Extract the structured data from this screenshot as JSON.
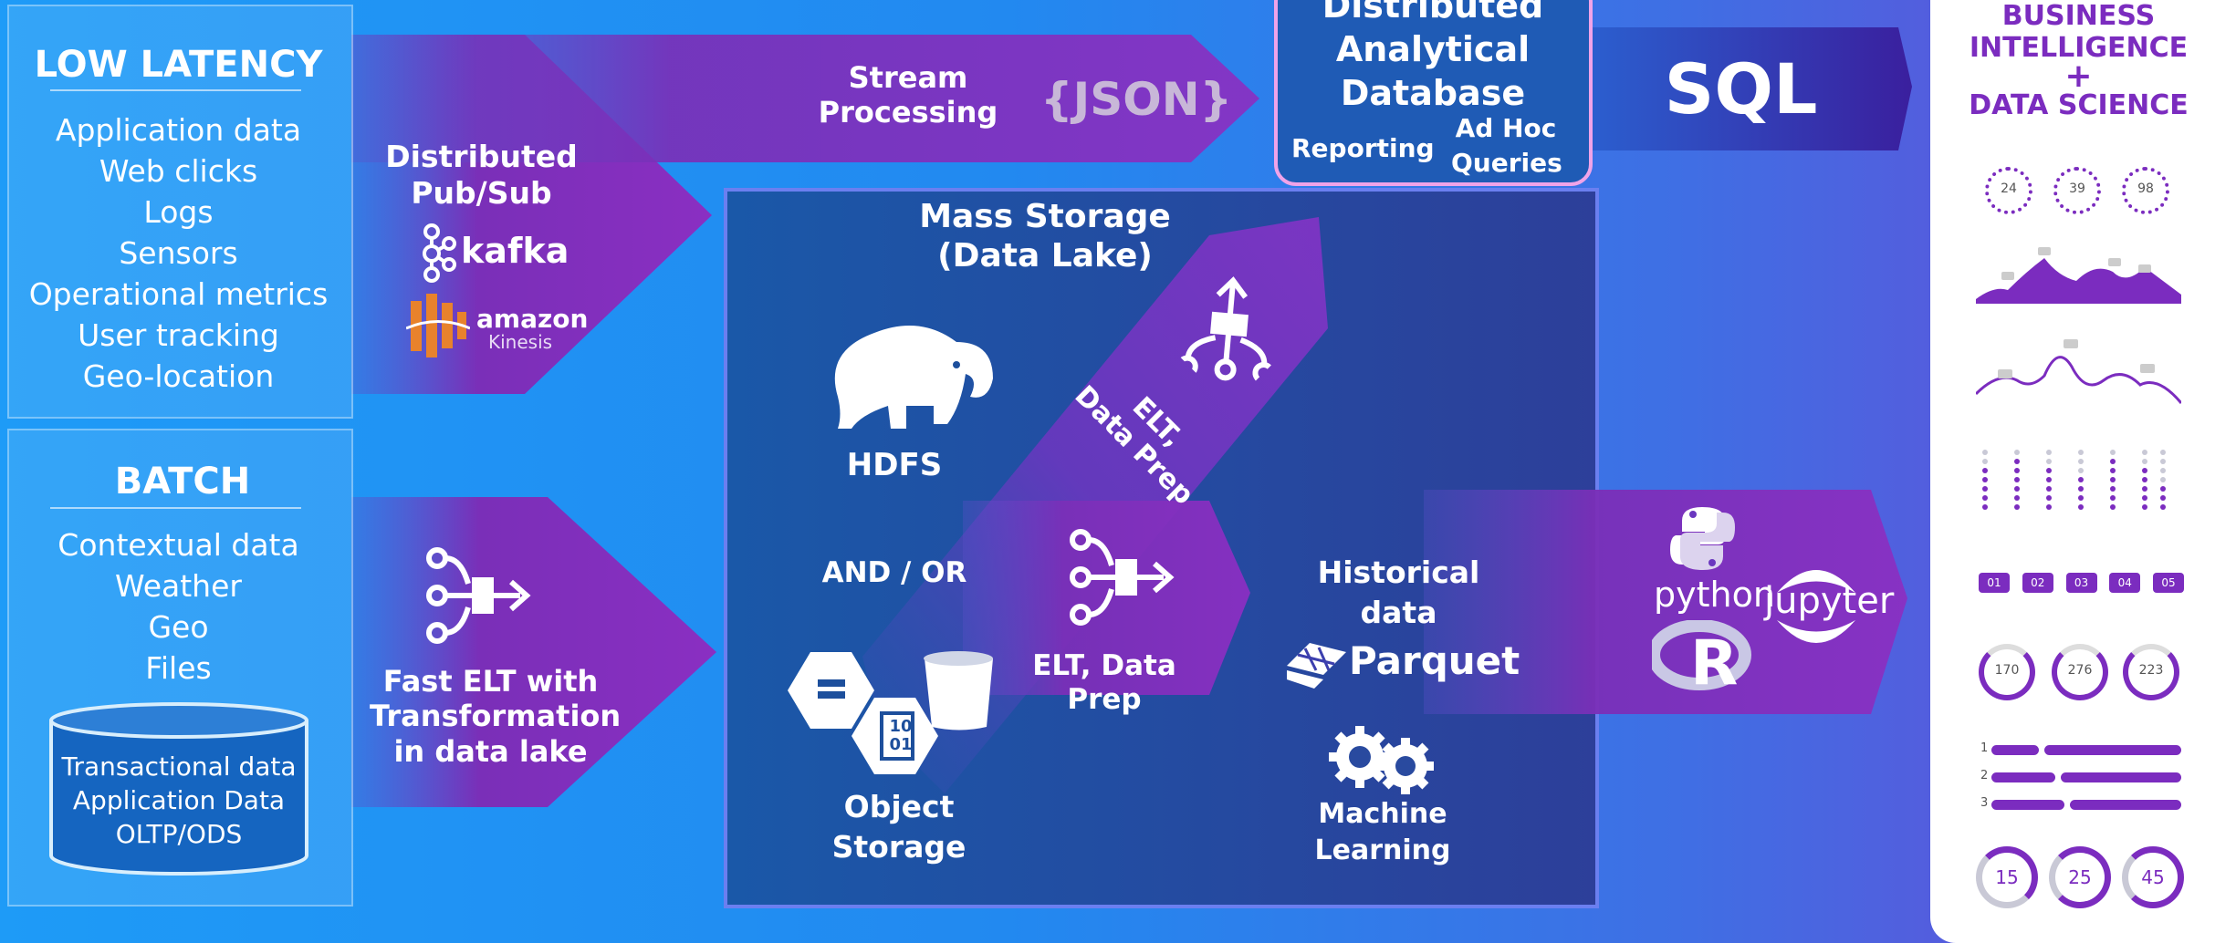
{
  "low_latency": {
    "title": "LOW LATENCY",
    "items": [
      "Application data",
      "Web clicks",
      "Logs",
      "Sensors",
      "Operational metrics",
      "User tracking",
      "Geo-location"
    ]
  },
  "batch": {
    "title": "BATCH",
    "items": [
      "Contextual data",
      "Weather",
      "Geo",
      "Files"
    ],
    "cylinder": [
      "Transactional data",
      "Application Data",
      "OLTP/ODS"
    ]
  },
  "stream": {
    "label": [
      "Stream",
      "Processing"
    ],
    "json_icon": "{JSON}"
  },
  "pubsub": {
    "label": [
      "Distributed",
      "Pub/Sub"
    ],
    "kafka": "kafka",
    "amazon": "amazon",
    "kinesis": "Kinesis"
  },
  "fast_elt": {
    "label": [
      "Fast ELT with",
      "Transformation",
      "in data lake"
    ]
  },
  "analytical_db": {
    "title": [
      "Distributed",
      "Analytical",
      "Database"
    ],
    "reporting": "Reporting",
    "adhoc": [
      "Ad Hoc",
      "Queries"
    ]
  },
  "sql": {
    "label": "SQL"
  },
  "mass_storage": {
    "title": [
      "Mass Storage",
      "(Data Lake)"
    ],
    "hdfs": "HDFS",
    "and_or": "AND / OR",
    "object_storage": [
      "Object",
      "Storage"
    ],
    "binary_icon": [
      "10",
      "01"
    ],
    "elt_up": [
      "ELT,",
      "Data Prep"
    ],
    "elt_right": "ELT, Data Prep",
    "historical": [
      "Historical",
      "data"
    ],
    "parquet": "Parquet",
    "ml": [
      "Machine",
      "Learning"
    ]
  },
  "tools": {
    "python": "python",
    "jupyter": "jupyter",
    "r": "R"
  },
  "bi_panel": {
    "title": [
      "BUSINESS",
      "INTELLIGENCE",
      "+",
      "DATA SCIENCE"
    ],
    "rings_top": [
      "24",
      "39",
      "98"
    ],
    "rings_mid": [
      "170",
      "276",
      "223"
    ],
    "rings_bottom": [
      "15",
      "25",
      "45"
    ],
    "pills": [
      "01",
      "02",
      "03",
      "04",
      "05"
    ],
    "bars_index": [
      "1",
      "2",
      "3"
    ]
  },
  "colors": {
    "purple": "#7a2fb8",
    "panel_purple": "#7b2cbf",
    "lake_blue": "#1d4f9c",
    "bg_blue": "#2289f0"
  }
}
